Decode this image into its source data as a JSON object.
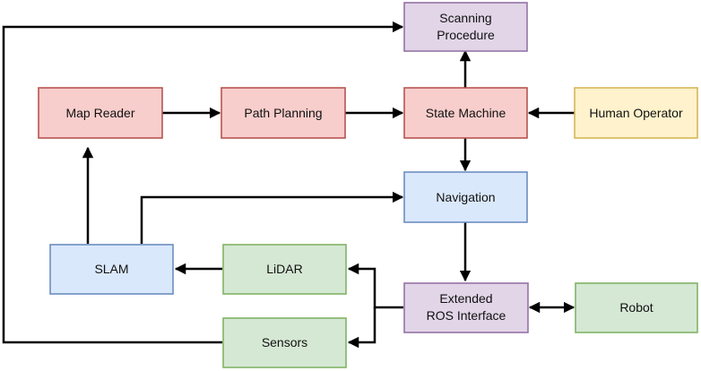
{
  "colors": {
    "red_fill": "#f8cecc",
    "red_stroke": "#b85450",
    "purple_fill": "#e1d5e7",
    "purple_stroke": "#9673a6",
    "yellow_fill": "#fff2cc",
    "yellow_stroke": "#d6b656",
    "blue_fill": "#dae8fc",
    "blue_stroke": "#6c8ebf",
    "green_fill": "#d5e8d4",
    "green_stroke": "#82b366",
    "edge": "#000000"
  },
  "nodes": {
    "scanning": {
      "line1": "Scanning",
      "line2": "Procedure"
    },
    "map_reader": {
      "label": "Map Reader"
    },
    "path_planning": {
      "label": "Path Planning"
    },
    "state_machine": {
      "label": "State Machine"
    },
    "human_operator": {
      "label": "Human Operator"
    },
    "navigation": {
      "label": "Navigation"
    },
    "slam": {
      "label": "SLAM"
    },
    "lidar": {
      "label": "LiDAR"
    },
    "ros_interface": {
      "line1": "Extended",
      "line2": "ROS Interface"
    },
    "robot": {
      "label": "Robot"
    },
    "sensors": {
      "label": "Sensors"
    }
  },
  "edges": [
    {
      "from": "map_reader",
      "to": "path_planning"
    },
    {
      "from": "path_planning",
      "to": "state_machine"
    },
    {
      "from": "human_operator",
      "to": "state_machine"
    },
    {
      "from": "state_machine",
      "to": "scanning"
    },
    {
      "from": "state_machine",
      "to": "navigation"
    },
    {
      "from": "navigation",
      "to": "ros_interface"
    },
    {
      "from": "slam",
      "to": "map_reader"
    },
    {
      "from": "slam",
      "to": "navigation"
    },
    {
      "from": "lidar",
      "to": "slam"
    },
    {
      "from": "ros_interface",
      "to": "lidar"
    },
    {
      "from": "ros_interface",
      "to": "sensors"
    },
    {
      "from": "ros_interface",
      "to": "robot",
      "bidirectional": true
    },
    {
      "from": "sensors",
      "to": "scanning"
    }
  ]
}
